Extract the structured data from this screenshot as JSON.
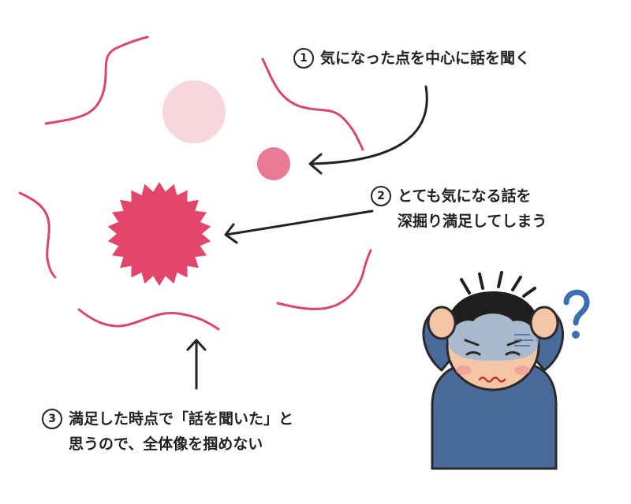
{
  "notes": {
    "n1": {
      "num": "1",
      "text": "気になった点を中心に話を聞く"
    },
    "n2": {
      "num": "2",
      "line1": "とても気になる話を",
      "line2": "深掘り満足してしまう"
    },
    "n3": {
      "num": "3",
      "line1": "満足した時点で「話を聞いた」と",
      "line2": "思うので、全体像を掴めない"
    }
  },
  "colors": {
    "curve": "#d9466b",
    "circle_light": "#f7d6de",
    "circle_mid": "#e97a93",
    "burst": "#e2466a",
    "arrow": "#222222",
    "question": "#3a6fb0",
    "shirt": "#4a6a9c"
  },
  "icons": {
    "person": "worried-person-illustration",
    "question": "question-mark-icon"
  }
}
